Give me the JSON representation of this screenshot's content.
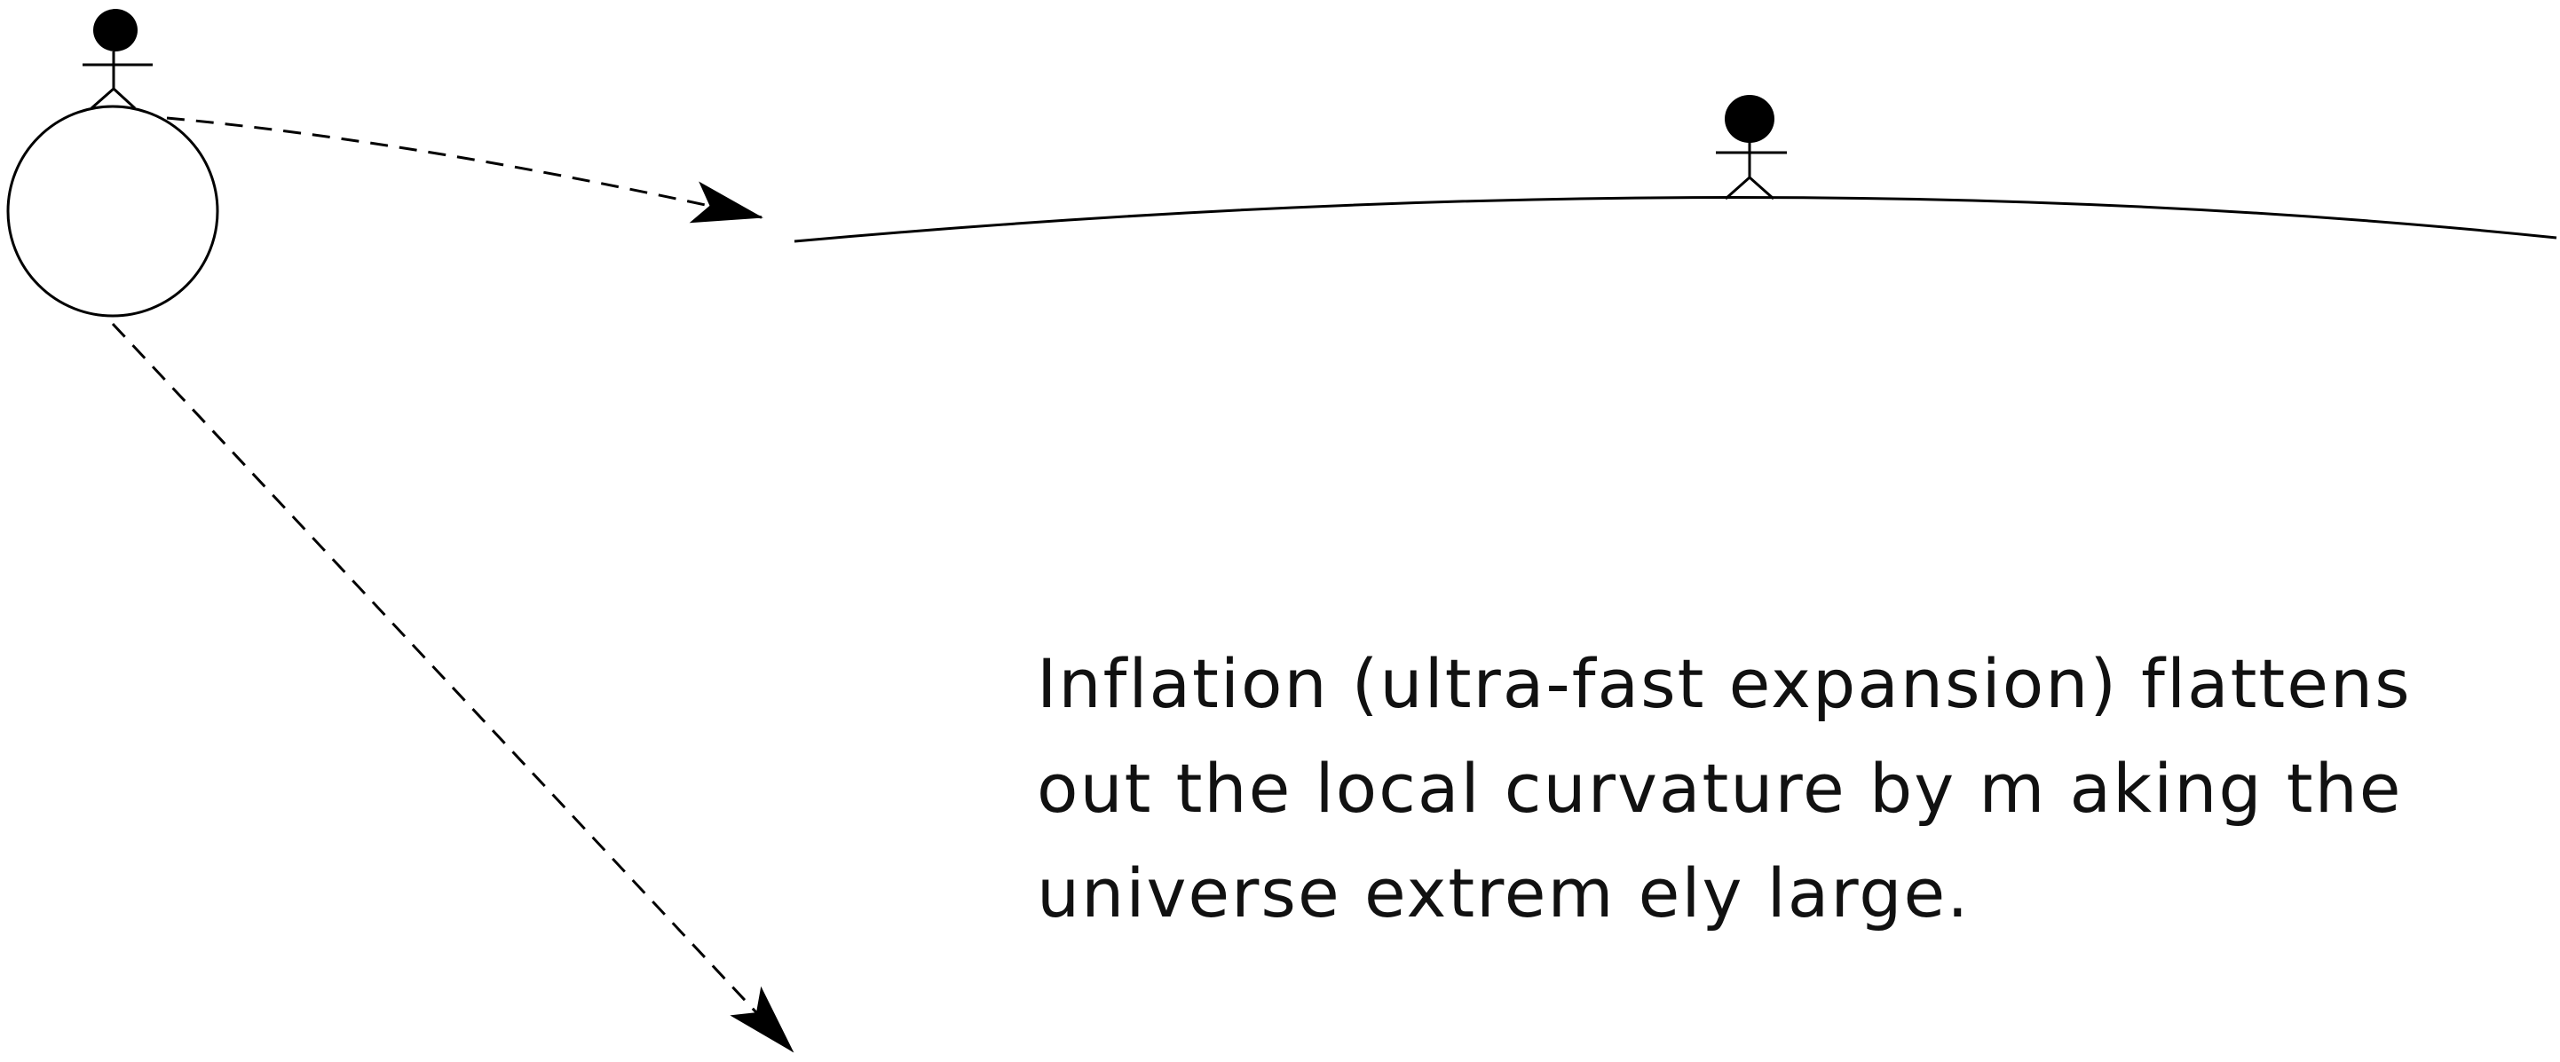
{
  "diagram": {
    "caption_lines": [
      "Inflation (ultra-fast expansion) flattens",
      "out the local curvature by m aking the",
      "universe extrem ely large."
    ],
    "colors": {
      "ink": "#000000",
      "background": "#ffffff"
    },
    "figures": [
      {
        "name": "stick-figure-small-universe",
        "stands_on": "small-sphere"
      },
      {
        "name": "stick-figure-large-universe",
        "stands_on": "flattened-arc"
      }
    ],
    "arrows": [
      {
        "name": "expansion-arrow-right",
        "style": "dashed"
      },
      {
        "name": "expansion-arrow-down",
        "style": "dashed"
      }
    ]
  }
}
